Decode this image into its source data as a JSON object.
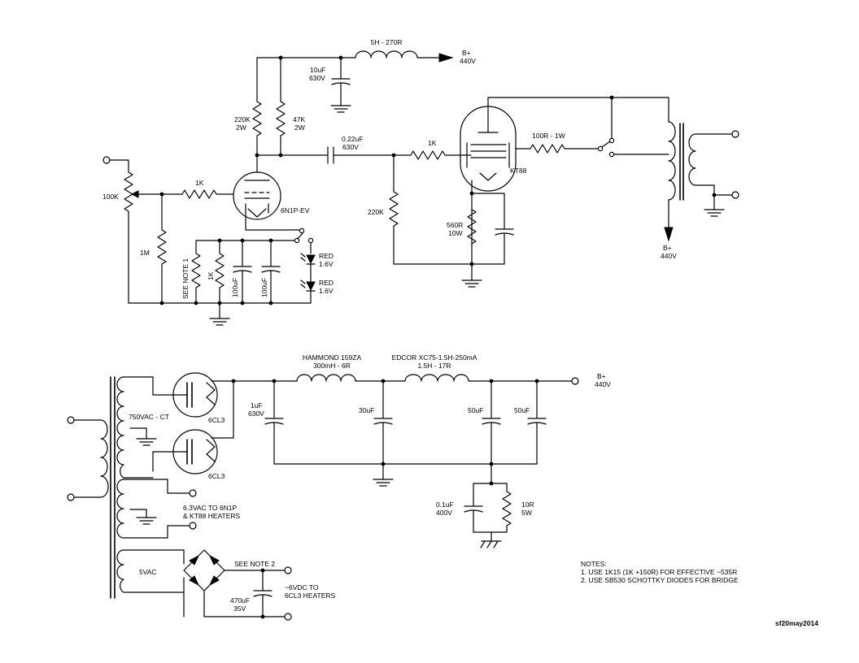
{
  "amp": {
    "choke_top": "5H - 270R",
    "bplus_top": "B+",
    "bplus_top_v": "440V",
    "cap_top": "10uF",
    "cap_top_v": "630V",
    "r_plate_a": "220K",
    "r_plate_a_w": "2W",
    "r_plate_b": "47K",
    "r_plate_b_w": "2W",
    "coupling_cap": "0.22uF",
    "coupling_cap_v": "630V",
    "r_grid_stop": "1K",
    "r_input_stop": "1K",
    "pot": "100K",
    "r_1m": "1M",
    "triode": "6N1P-EV",
    "see_note_1": "SEE NOTE 1",
    "r_1k_cath": "1K",
    "cap_100uf_a": "100uF",
    "cap_100uf_b": "100uF",
    "led_a": "RED",
    "led_a_v": "1.6V",
    "led_b": "RED",
    "led_b_v": "1.6V",
    "r_grid_leak": "220K",
    "r_screen": "100R - 1W",
    "pentode": "KT88",
    "r_cath_kt": "560R",
    "r_cath_kt_w": "10W",
    "bplus_out": "B+",
    "bplus_out_v": "440V"
  },
  "psu": {
    "choke1_a": "HAMMOND 159ZA",
    "choke1_b": "300mH - 6R",
    "choke2_a": "EDCOR XC75-1.5H-250mA",
    "choke2_b": "1.5H - 17R",
    "bplus": "B+",
    "bplus_v": "440V",
    "cap1": "1uF",
    "cap1_v": "630V",
    "cap2": "30uF",
    "cap3": "50uF",
    "cap4": "50uF",
    "hv_winding": "750VAC - CT",
    "rect_a": "6CL3",
    "rect_b": "6CL3",
    "heater_a": "6.3VAC TO 6N1P",
    "heater_b": "& KT88 HEATERS",
    "gnd_cap": "0.1uF",
    "gnd_cap_v": "400V",
    "gnd_res": "10R",
    "gnd_res_w": "5W",
    "winding_5v": "5VAC",
    "see_note_2": "SEE NOTE 2",
    "out_a": "~6VDC TO",
    "out_b": "6CL3 HEATERS",
    "res_cap": "470uF",
    "res_cap_v": "35V"
  },
  "notes": {
    "title": "NOTES:",
    "n1": "1. USE 1K15 (1K +150R) FOR EFFECTIVE ~535R",
    "n2": "2. USE SB530 SCHOTTKY DIODES FOR BRIDGE"
  },
  "signature": "sf20may2014"
}
